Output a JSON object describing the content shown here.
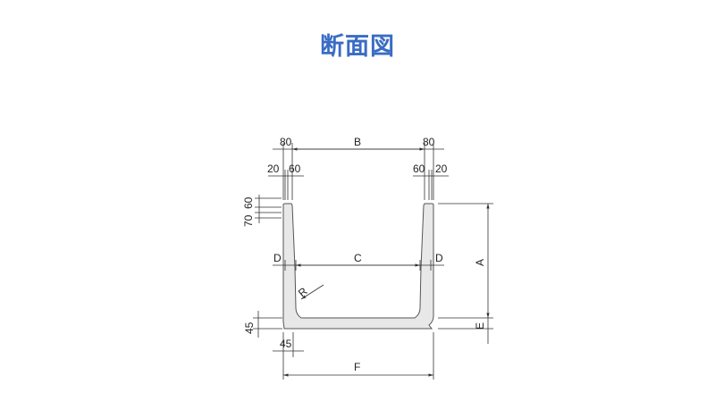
{
  "title": "断面図",
  "labels": {
    "top_left_80": "80",
    "top_B": "B",
    "top_right_80": "80",
    "top_left_20": "20",
    "top_left_60": "60",
    "top_right_60": "60",
    "top_right_20": "20",
    "left_60": "60",
    "left_70": "70",
    "D_left": "D",
    "C": "C",
    "D_right": "D",
    "A": "A",
    "R": "R",
    "left_45": "45",
    "bottom_45": "45",
    "E": "E",
    "F": "F"
  },
  "colors": {
    "title": "#3a6cc4",
    "section_fill": "#e8e8e8",
    "line": "#333333"
  }
}
